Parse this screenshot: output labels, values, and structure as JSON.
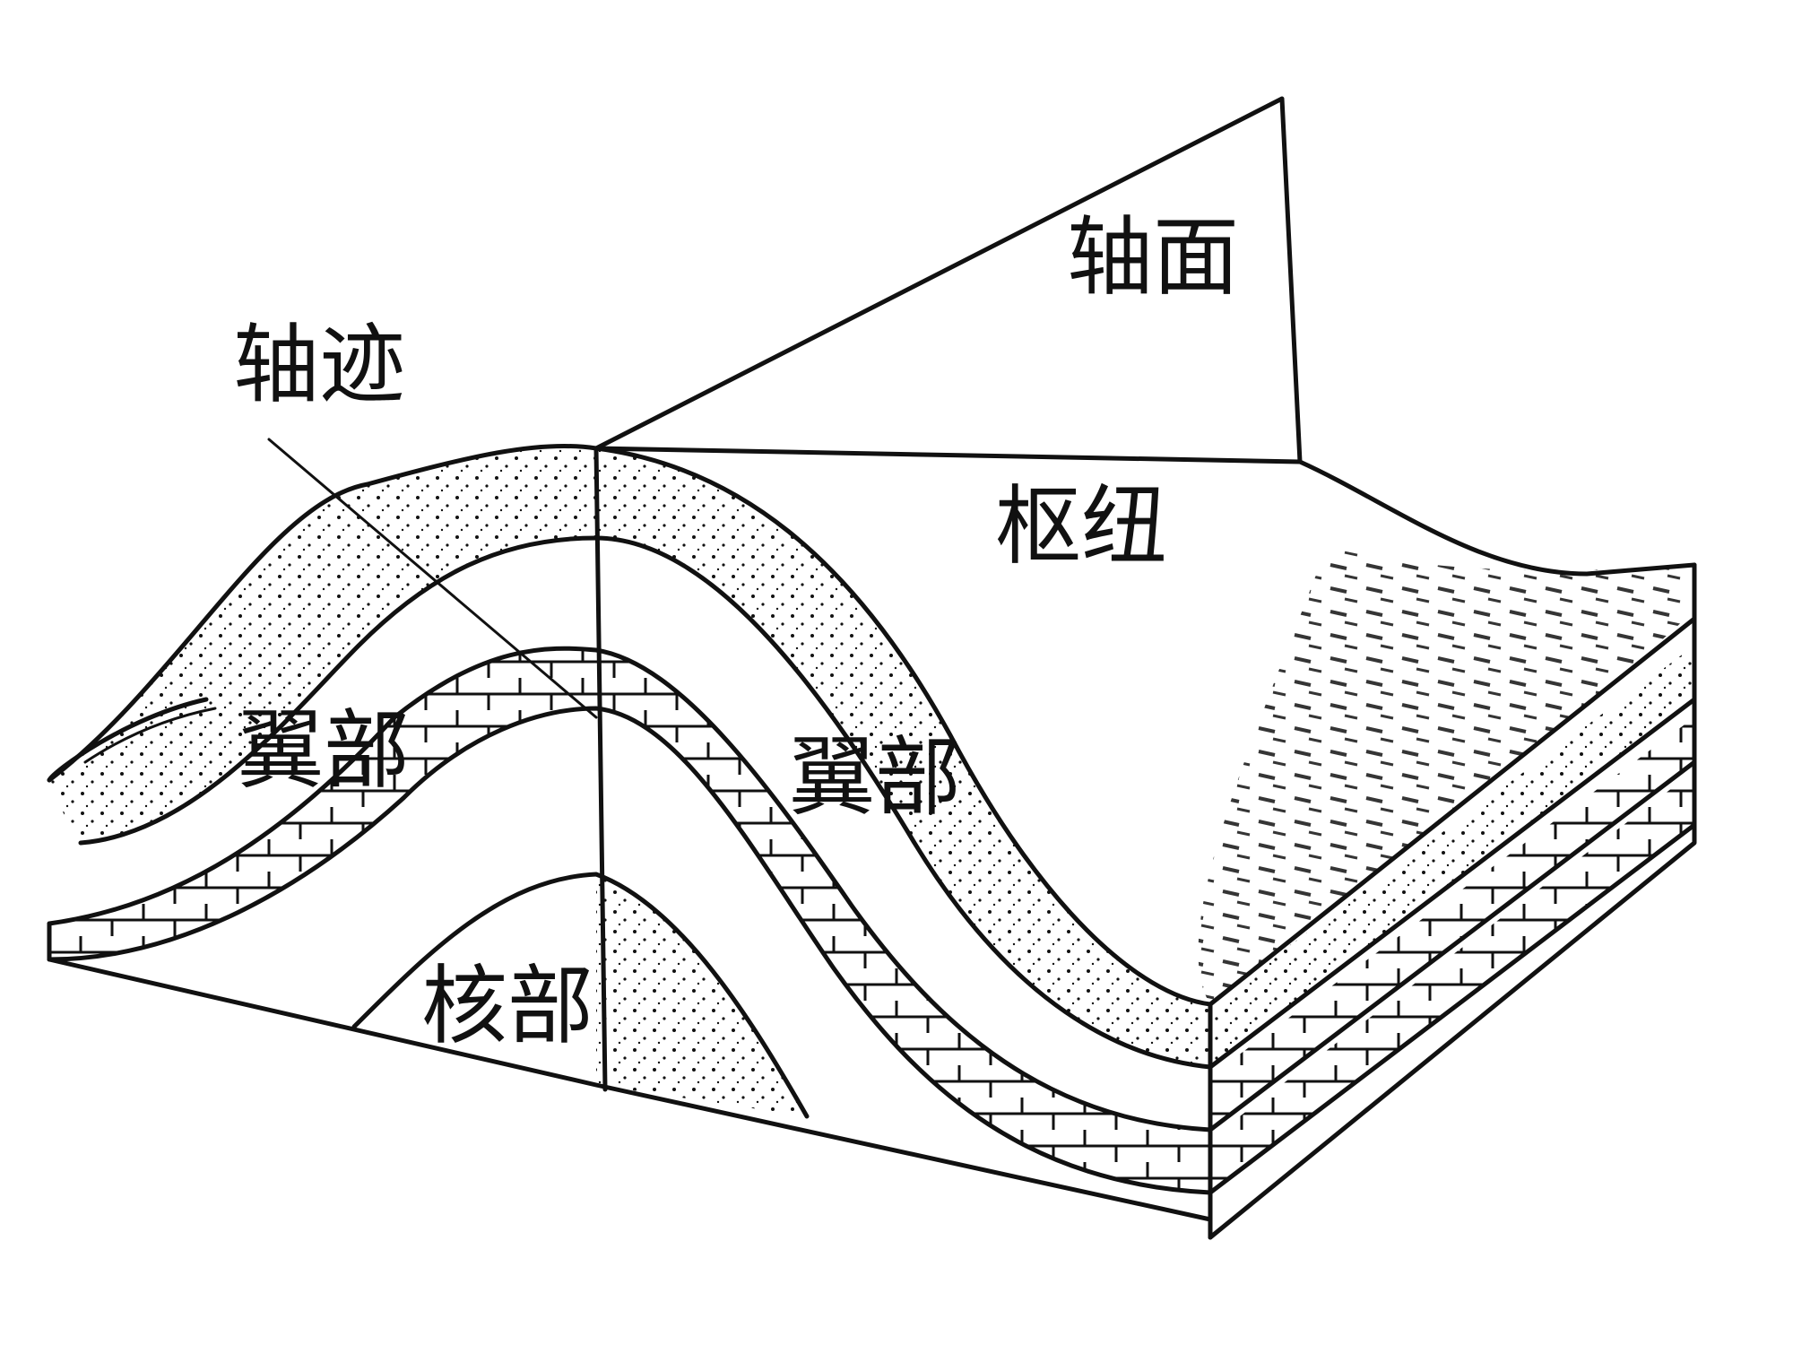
{
  "labels": {
    "axial_plane": "轴面",
    "axial_trace": "轴迹",
    "hinge": "枢纽",
    "limb_left": "翼部",
    "limb_right": "翼部",
    "core": "核部"
  },
  "colors": {
    "ink": "#111111",
    "background": "#ffffff"
  }
}
